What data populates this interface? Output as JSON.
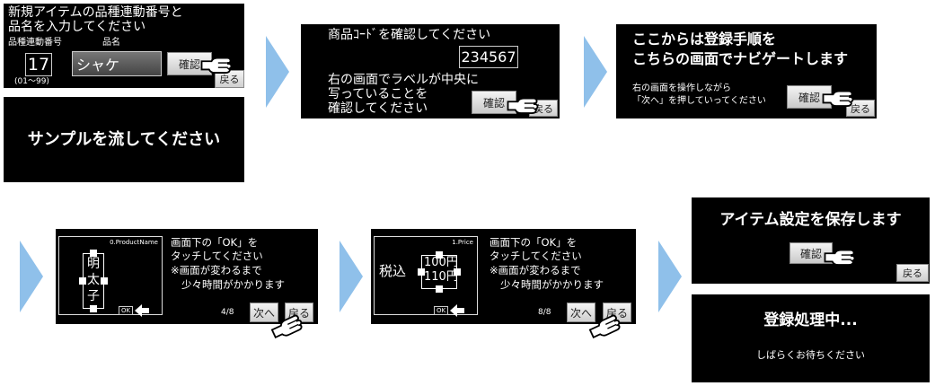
{
  "screen1": {
    "title_line1": "新規アイテムの品種連動番号と",
    "title_line2": "品名を入力してください",
    "label_number": "品種連動番号",
    "label_name": "品名",
    "number_value": "17",
    "name_value": "シャケ",
    "range_hint": "(01～99)",
    "confirm_label": "確認",
    "back_label": "戻る"
  },
  "screen2": {
    "message": "サンプルを流してください"
  },
  "screen3": {
    "prompt": "商品ｺｰﾄﾞを確認してください",
    "code_value": "234567",
    "body_line1": "右の画面でラベルが中央に",
    "body_line2": "写っていることを",
    "body_line3": "確認してください",
    "confirm_label": "確認",
    "back_label": "戻る"
  },
  "screen4": {
    "title_line1": "ここからは登録手順を",
    "title_line2": "こちらの画面でナビゲートします",
    "body_line1": "右の画面を操作しながら",
    "body_line2": "「次へ」を押していってください",
    "confirm_label": "確認",
    "back_label": "戻る"
  },
  "screen5": {
    "preview_header": "0.ProductName",
    "preview_chars": [
      "明",
      "太",
      "子"
    ],
    "ok_label": "OK",
    "line1": "画面下の「OK」を",
    "line2": "タッチしてください",
    "line3": "※画面が変わるまで",
    "line4": "少々時間がかかります",
    "step": "4/8",
    "next_label": "次へ",
    "back_label": "戻る"
  },
  "screen6": {
    "preview_header": "1.Price",
    "preview_left": "税込",
    "preview_price1": "100円",
    "preview_price2": "110円",
    "ok_label": "OK",
    "line1": "画面下の「OK」を",
    "line2": "タッチしてください",
    "line3": "※画面が変わるまで",
    "line4": "少々時間がかかります",
    "step": "8/8",
    "next_label": "次へ",
    "back_label": "戻る"
  },
  "screen7": {
    "title": "アイテム設定を保存します",
    "confirm_label": "確認",
    "back_label": "戻る"
  },
  "screen8": {
    "title": "登録処理中...",
    "subtitle": "しばらくお待ちください"
  },
  "colors": {
    "arrow": "#8fc0ea",
    "screen_bg": "#000000"
  }
}
